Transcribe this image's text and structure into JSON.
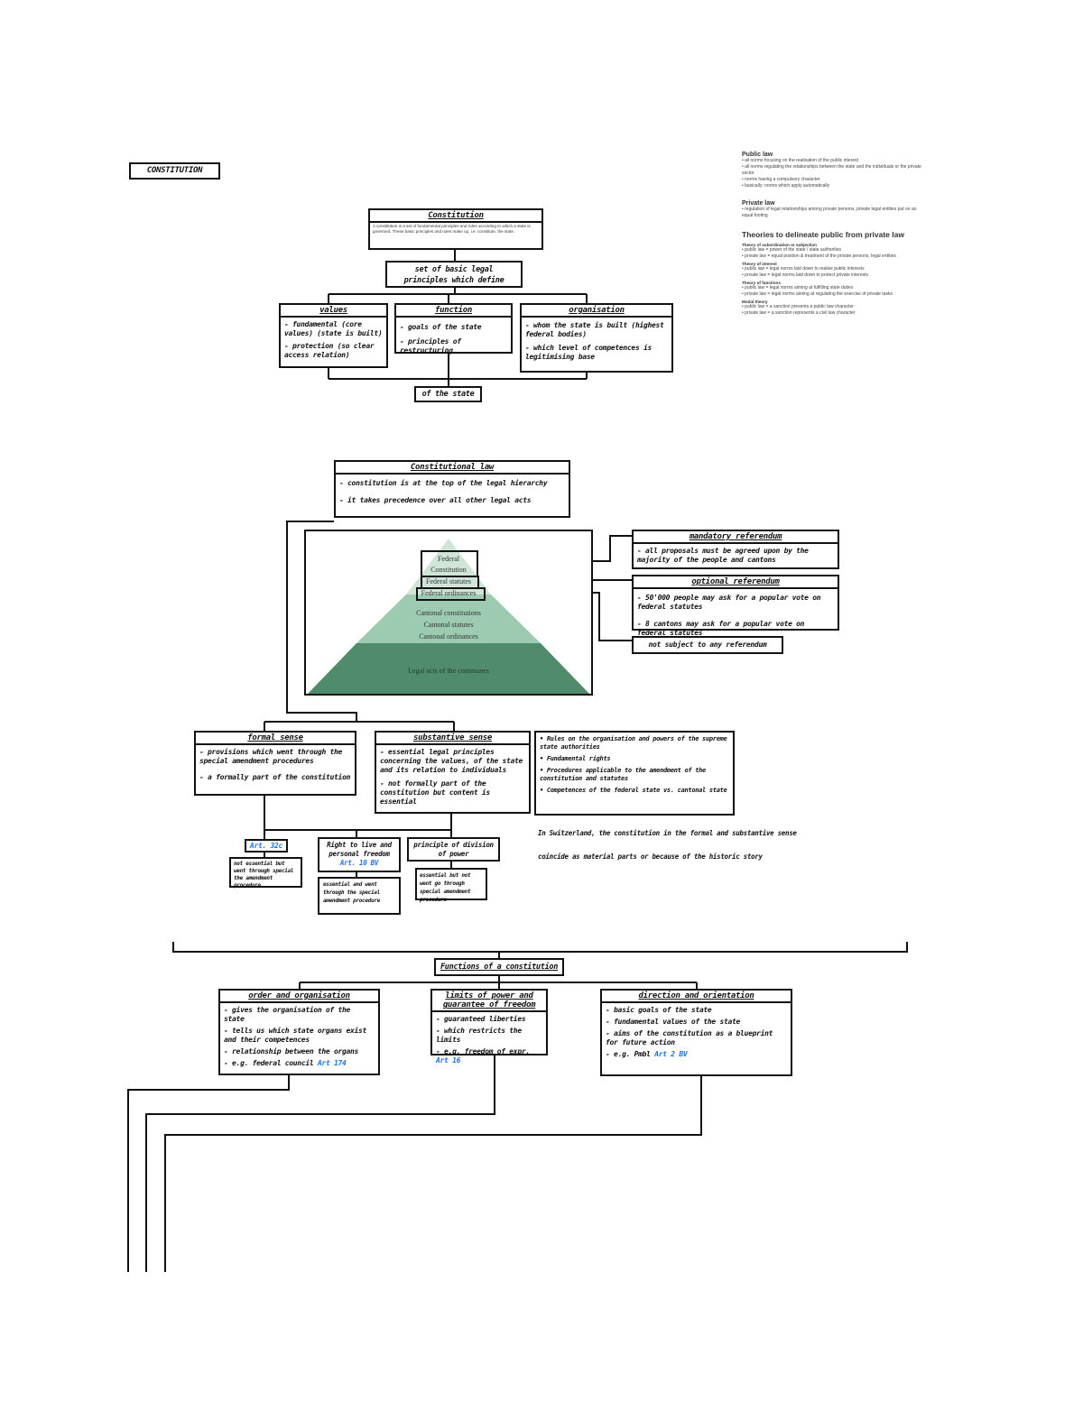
{
  "page_heading": "CONSTITUTION",
  "constitution": {
    "title": "Constitution",
    "definition": "A constitution is a set of fundamental principles and rules according to which a state is governed. These basic principles and rules make up, i.e. constitute, the state.",
    "set_of": "set of basic legal principles which define",
    "branches": [
      {
        "title": "values",
        "items": [
          "- fundamental (core values) (state is built)",
          "- protection (so clear access relation)"
        ]
      },
      {
        "title": "function",
        "items": [
          "- goals of the state",
          "- principles of restructuring"
        ]
      },
      {
        "title": "organisation",
        "items": [
          "- whom the state is built (highest federal bodies)",
          "- which level of competences is legitimising base"
        ]
      }
    ],
    "of_the_state": "of the state"
  },
  "side_panel": {
    "public_law_heading": "Public law",
    "public_law_items": [
      "• all norms focusing on the realisation of the public interest",
      "• all norms regulating the relationships between the state and the individuals or the private sector",
      "• norms having a compulsory character",
      "• basically: norms which apply automatically"
    ],
    "private_law_heading": "Private law",
    "private_law_items": [
      "• regulation of legal relationships among private persons, private legal entities put on an equal footing"
    ],
    "theories_heading": "Theories to delineate public from private law",
    "theories": [
      {
        "name": "Theory of subordination or subjection",
        "items": [
          "• public law = power of the state / state authorities",
          "• private law = equal position & treatment of the private persons, legal entities"
        ]
      },
      {
        "name": "Theory of interest",
        "items": [
          "• public law = legal norms laid down to realise public interests",
          "• private law = legal norms laid down to protect private interests"
        ]
      },
      {
        "name": "Theory of functions",
        "items": [
          "• public law = legal norms aiming at fulfilling state duties",
          "• private law = legal norms aiming at regulating the exercise of private tasks"
        ]
      },
      {
        "name": "Modal theory",
        "items": [
          "• public law = a sanction presents a public law character",
          "• private law = a sanction represents a civil law character"
        ]
      }
    ]
  },
  "constitutional_law": {
    "title": "Constitutional law",
    "items": [
      "- constitution is at the top of the legal hierarchy",
      "- it takes precedence over all other legal acts"
    ]
  },
  "pyramid": {
    "levels": [
      "Federal",
      "Constitution",
      "Federal statutes",
      "Federal ordinances",
      "Cantonal constitutions",
      "Cantonal statutes",
      "Cantonal ordinances",
      "Legal acts of the communes"
    ],
    "colors": {
      "top": "#cfe5d8",
      "middle": "#9ccbb2",
      "base": "#4f8c6c"
    }
  },
  "referendum": {
    "mandatory_title": "mandatory referendum",
    "mandatory_items": [
      "- all proposals must be agreed upon by the majority of the people and cantons"
    ],
    "optional_title": "optional referendum",
    "optional_items": [
      "- 50'000 people may ask for a popular vote on federal statutes",
      "- 8 cantons may ask for a popular vote on federal statutes"
    ],
    "not_subject": "not subject to any referendum"
  },
  "formal_sense": {
    "title": "formal sense",
    "items": [
      "- provisions which went through the special amendment procedures",
      "- a formally part of the constitution"
    ]
  },
  "substantive_sense": {
    "title": "substantive sense",
    "items": [
      "- essential legal principles concerning the values, of the state and its relation to individuals",
      "- not formally part of the constitution but content is essential"
    ]
  },
  "substantive_list": [
    "• Rules on the organisation and powers of the supreme state authorities",
    "• Fundamental rights",
    "• Procedures applicable to the amendment of the constitution and statutes",
    "• Competences of the federal state vs. cantonal state"
  ],
  "switzerland_note": [
    "In Switzerland, the constitution in the formal and substantive sense",
    "coincide as material parts or because of the historic story"
  ],
  "examples": [
    {
      "title": "Art. 32c",
      "note": "not essential but went through special the amendment procedure"
    },
    {
      "title": "Right to live and personal freedom",
      "ref": "Art. 10 BV",
      "note": "essential and went through the special amendment procedure"
    },
    {
      "title": "principle of division of power",
      "note": "essential but not went go through special amendment procedure"
    }
  ],
  "functions": {
    "title": "Functions of a constitution",
    "boxes": [
      {
        "title": "order and organisation",
        "items": [
          "- gives the organisation of the state",
          "- tells us which state organs exist and their competences",
          "- relationship between the organs",
          "- e.g. federal council"
        ],
        "ref": "Art 174"
      },
      {
        "title": "limits of power and guarantee of freedom",
        "items": [
          "- guaranteed liberties",
          "- which restricts the limits",
          "- e.g. freedom of expr."
        ],
        "ref": "Art 16"
      },
      {
        "title": "direction and orientation",
        "items": [
          "- basic goals of the state",
          "- fundamental values of the state",
          "- aims of the constitution as a blueprint for future action",
          "- e.g. Pmbl"
        ],
        "ref": "Art 2 BV"
      }
    ]
  }
}
